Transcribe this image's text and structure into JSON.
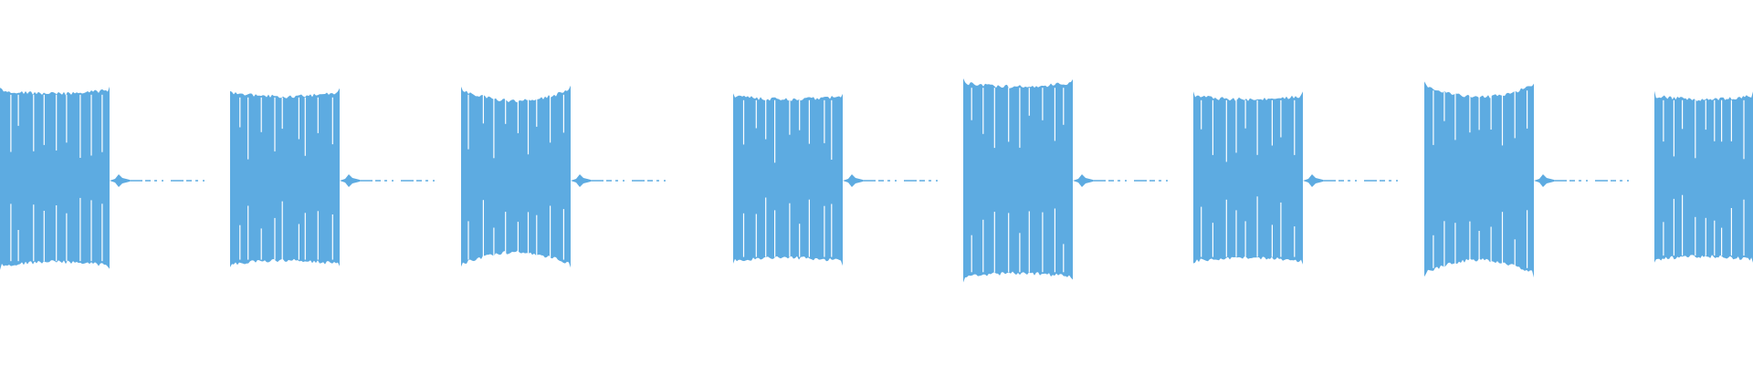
{
  "waveform": {
    "color": "#5DABE1",
    "background": "#FFFFFF",
    "bursts": [
      {
        "amplitude_top": 0.62,
        "amplitude_bottom": 0.58,
        "shape": "flat"
      },
      {
        "amplitude_top": 0.6,
        "amplitude_bottom": 0.57,
        "shape": "flat"
      },
      {
        "amplitude_top": 0.62,
        "amplitude_bottom": 0.57,
        "shape": "dip"
      },
      {
        "amplitude_top": 0.58,
        "amplitude_bottom": 0.55,
        "shape": "flat"
      },
      {
        "amplitude_top": 0.67,
        "amplitude_bottom": 0.66,
        "shape": "flat"
      },
      {
        "amplitude_top": 0.58,
        "amplitude_bottom": 0.55,
        "shape": "flat"
      },
      {
        "amplitude_top": 0.65,
        "amplitude_bottom": 0.63,
        "shape": "dip"
      },
      {
        "amplitude_top": 0.58,
        "amplitude_bottom": 0.54,
        "shape": "flat"
      }
    ]
  }
}
